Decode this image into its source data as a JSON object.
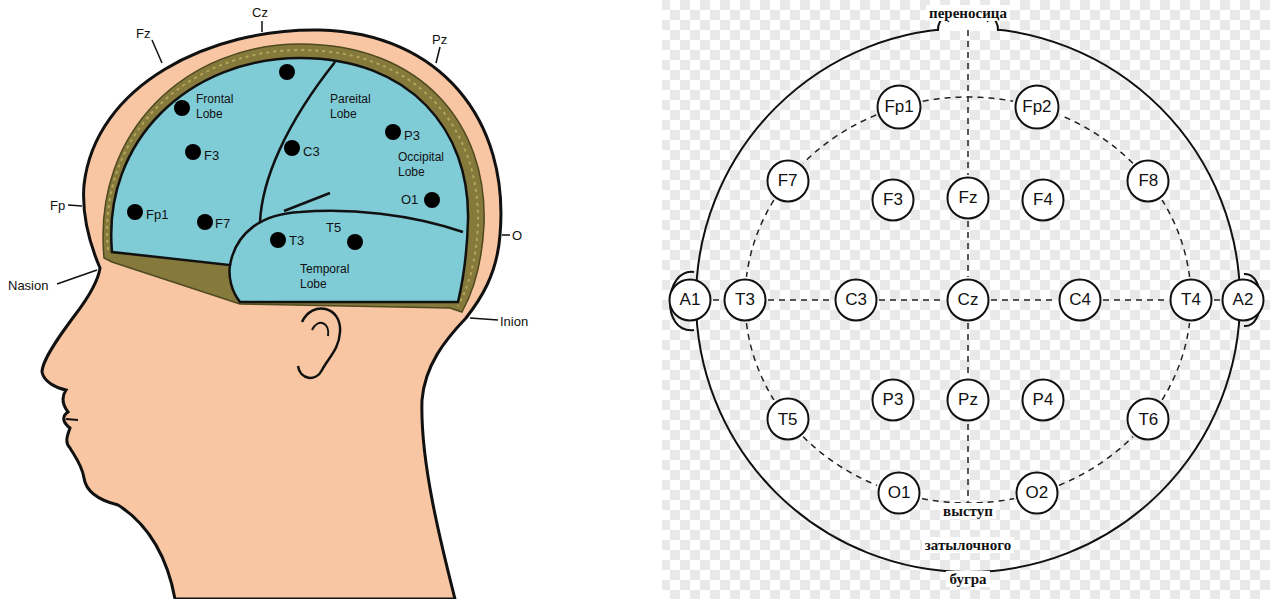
{
  "diagram": {
    "nodes": [
      {
        "text": [
          "Fp1"
        ]
      },
      {
        "text": [
          "Fp2"
        ]
      },
      {
        "text": [
          "F7"
        ]
      },
      {
        "text": [
          "F3"
        ]
      },
      {
        "text": [
          "Fz"
        ]
      },
      {
        "text": [
          "F4"
        ]
      },
      {
        "text": [
          "F8"
        ]
      },
      {
        "text": [
          "A1"
        ]
      },
      {
        "text": [
          "T3"
        ]
      },
      {
        "text": [
          "C3"
        ]
      },
      {
        "text": [
          "Cz"
        ]
      },
      {
        "text": [
          "C4"
        ]
      },
      {
        "text": [
          "T4"
        ]
      },
      {
        "text": [
          "A2"
        ]
      },
      {
        "text": [
          "T5"
        ]
      },
      {
        "text": [
          "P3"
        ]
      },
      {
        "text": [
          "Pz"
        ]
      },
      {
        "text": [
          "P4"
        ]
      },
      {
        "text": [
          "T6"
        ]
      },
      {
        "text": [
          "O1"
        ]
      },
      {
        "text": [
          "O2"
        ]
      }
    ],
    "edges": [
      {
        "from": 0,
        "to": 1,
        "arrow": "none"
      },
      {
        "from": 0,
        "to": 2,
        "arrow": "none"
      },
      {
        "from": 2,
        "to": 8,
        "arrow": "none"
      },
      {
        "from": 8,
        "to": 14,
        "arrow": "none"
      },
      {
        "from": 14,
        "to": 19,
        "arrow": "none"
      },
      {
        "from": 19,
        "to": 20,
        "arrow": "none"
      },
      {
        "from": 20,
        "to": 18,
        "arrow": "none"
      },
      {
        "from": 18,
        "to": 12,
        "arrow": "none"
      },
      {
        "from": 12,
        "to": 6,
        "arrow": "none"
      },
      {
        "from": 6,
        "to": 1,
        "arrow": "none"
      },
      {
        "from": 7,
        "to": 8,
        "arrow": "none"
      },
      {
        "from": 8,
        "to": 9,
        "arrow": "none"
      },
      {
        "from": 9,
        "to": 10,
        "arrow": "none"
      },
      {
        "from": 10,
        "to": 11,
        "arrow": "none"
      },
      {
        "from": 11,
        "to": 12,
        "arrow": "none"
      },
      {
        "from": 12,
        "to": 13,
        "arrow": "none"
      },
      {
        "from": 4,
        "to": 10,
        "arrow": "none"
      },
      {
        "from": 10,
        "to": 16,
        "arrow": "none"
      }
    ],
    "labels": [
      "Cz",
      "Fz",
      "Pz",
      "Frontal Lobe",
      "Pareital Lobe",
      "F3",
      "C3",
      "P3",
      "Fp",
      "Fp1",
      "F7",
      "T3",
      "T5",
      "Occipital Lobe",
      "O1",
      "O",
      "Temporal Lobe",
      "Nasion",
      "Inion",
      "переносица",
      "выступ затылочного бугра"
    ]
  }
}
